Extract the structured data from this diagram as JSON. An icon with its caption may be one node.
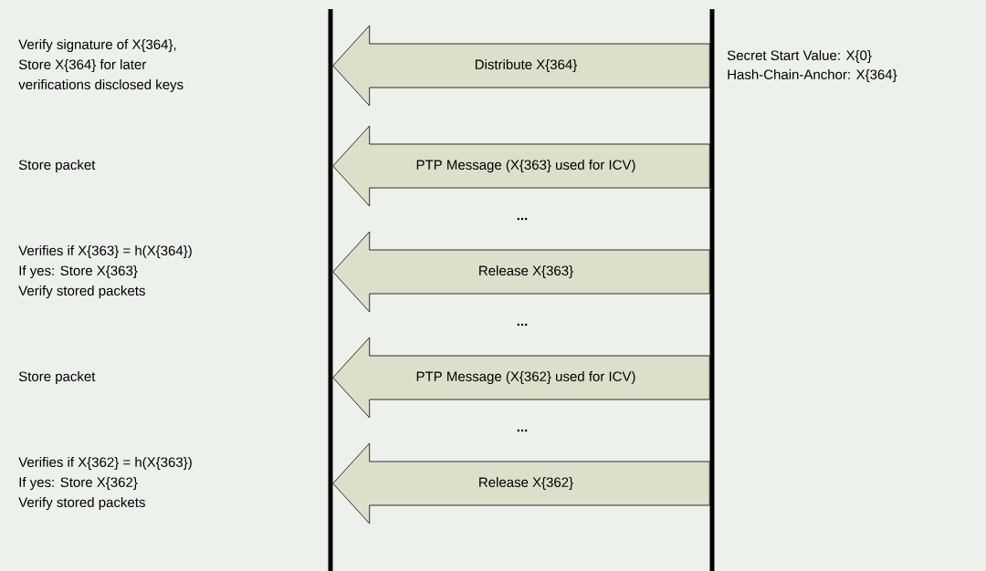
{
  "diagram": {
    "nodes": [
      {
        "text": [],
        "shape": "bar"
      },
      {
        "text": [],
        "shape": "bar"
      }
    ],
    "edges": [
      {
        "from": 1,
        "to": 0,
        "arrow": "to",
        "label": "Distribute X{364}"
      },
      {
        "from": 1,
        "to": 0,
        "arrow": "to",
        "label": "PTP Message (X{363} used for ICV)"
      },
      {
        "from": 1,
        "to": 0,
        "arrow": "to",
        "label": "Release X{363}"
      },
      {
        "from": 1,
        "to": 0,
        "arrow": "to",
        "label": "PTP Message (X{362} used for ICV)"
      },
      {
        "from": 1,
        "to": 0,
        "arrow": "to",
        "label": "Release X{362}"
      }
    ],
    "labels": [
      "Verify signature of X{364},",
      "Store X{364} for later",
      "verifications disclosed keys",
      "Secret Start Value: X{0}",
      "Hash-Chain-Anchor: X{364}",
      "Store packet",
      "...",
      "Verifies if X{363} = h(X{364})",
      "If yes: Store X{363}",
      "Verify stored packets",
      "...",
      "Store packet",
      "...",
      "Verifies if X{362} = h(X{363})",
      "If yes: Store X{362}",
      "Verify stored packets"
    ]
  }
}
